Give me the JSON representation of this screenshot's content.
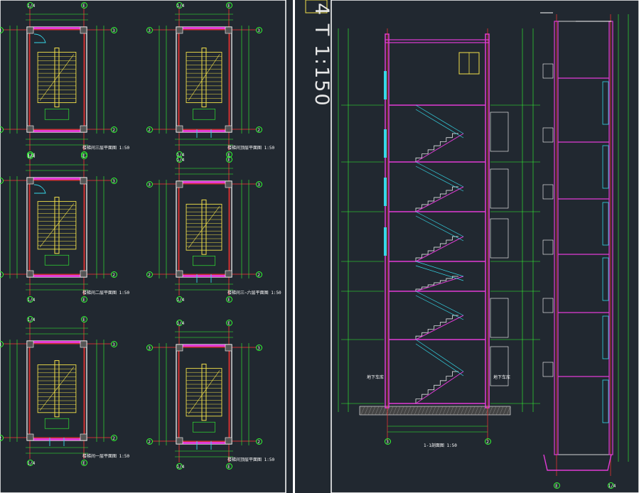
{
  "scale_note": "4 T 1:150",
  "colors": {
    "background": "#212830",
    "frame": "#ffffff",
    "wall": "#e23bd6",
    "axis": "#ff3333",
    "dim": "#33ff33",
    "stair": "#f2e14a",
    "section_stair": "#35d8e8",
    "text": "#ffffff"
  },
  "plans": [
    {
      "id": "p1",
      "caption": "楼梯间三层平面图 1:50",
      "axis_top": [
        "1/4",
        "E"
      ],
      "axis_side": [
        "3",
        "2"
      ]
    },
    {
      "id": "p2",
      "caption": "楼梯间顶层平面图 1:50",
      "axis_top": [
        "1/4",
        "E"
      ],
      "axis_side": [
        "3",
        "2"
      ]
    },
    {
      "id": "p3",
      "caption": "楼梯间二层平面图 1:50",
      "axis_top": [
        "1/4",
        "E"
      ],
      "axis_side": [
        "3",
        "2"
      ]
    },
    {
      "id": "p4",
      "caption": "楼梯间三~六层平面图 1:50",
      "axis_top": [
        "1/4",
        "E"
      ],
      "axis_side": [
        "3",
        "2"
      ]
    },
    {
      "id": "p5",
      "caption": "楼梯间一层平面图 1:50",
      "axis_top": [
        "1/4",
        "E"
      ],
      "axis_side": [
        "3",
        "2"
      ]
    },
    {
      "id": "p6",
      "caption": "楼梯间顶层平面图 1:50",
      "axis_top": [
        "1/4",
        "E"
      ],
      "axis_side": [
        "3",
        "2"
      ]
    }
  ],
  "section": {
    "caption": "1-1剖面图 1:50",
    "axis_bottom": [
      "3",
      "2"
    ],
    "rooms": [
      "地下车库",
      "地下车库"
    ]
  },
  "elev": {
    "axis_bottom": [
      "E",
      "1/4"
    ]
  }
}
